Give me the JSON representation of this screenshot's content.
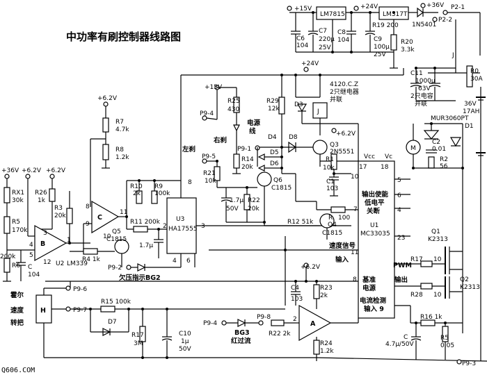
{
  "title": "中功率有刷控制器线路图",
  "watermark": "Q606.COM",
  "power": {
    "v15": "+15V",
    "v24": "+24V",
    "v36": "+36V",
    "reg1": "LM7815",
    "reg2": "LM317T",
    "diode": "1N5401",
    "p2_1": "P2-1",
    "p2_2": "P2-2",
    "c6": "C6",
    "c6v": "104",
    "c7": "C7",
    "c7v": "220μ",
    "c7vv": "25V",
    "c8": "C8",
    "c8v": "104",
    "c9": "C9",
    "c9v": "100μ",
    "c9vv": "25V",
    "r19": "R19  200",
    "r20": "R20",
    "r20v": "3.3k"
  },
  "battery": {
    "c11": "C11",
    "c11v": "1000μ",
    "c11vv": "63V",
    "note1": "2只电容",
    "note2": "并联",
    "r0": "R0",
    "r0v": "30A",
    "bat1": "36V",
    "bat2": "17AH",
    "j": "J",
    "diode": "MUR3060PT",
    "d1": "D1",
    "c2": "C2",
    "c2v": "0.01",
    "r2": "R2",
    "r2v": "56",
    "motor": "M"
  },
  "relay": {
    "v24": "+24V",
    "r29": "R29",
    "r29v": "12k",
    "d3": "D3",
    "j": "J",
    "note1": "4120.C.Z",
    "note2": "2只继电器",
    "note3": "并联",
    "d8": "D8",
    "q3": "Q3",
    "q3v": "2N5551",
    "d4": "D4"
  },
  "u1": {
    "name": "U1",
    "part": "MC33035",
    "vcc": "Vcc",
    "vc": "Vc",
    "p17": "17",
    "p18": "18",
    "p5": "5",
    "p6": "6",
    "p4": "4",
    "p7": "7",
    "p9": "9",
    "p10": "10",
    "p11": "11",
    "p8": "8",
    "p23": "23",
    "t1": "输出使能",
    "t2": "低电平",
    "t3": "关断",
    "t4": "基准",
    "t5": "电源",
    "t6": "电流检测",
    "t7": "输入 9",
    "pwm": "PWM",
    "out": "输出",
    "speed": "速度信号",
    "input": "输入"
  },
  "mosfet": {
    "q1": "Q1",
    "q1v": "K2313",
    "q2": "Q2",
    "q2v": "K2313",
    "r17": "R17",
    "r17v": "10",
    "r28": "R28",
    "r28v": "10"
  },
  "control": {
    "v62a": "+6.2V",
    "v36": "+36V",
    "v62b": "+6.2V",
    "rx1": "RX1",
    "rx1v": "30k",
    "r5": "R5",
    "r5v": "170k",
    "r26": "R26",
    "r26v": "1k",
    "r3": "R3",
    "r3v": "20k",
    "r6v": "200k",
    "r6": "R6",
    "cv": "C",
    "cvv": "104",
    "r7": "R7",
    "r7v": "4.7k",
    "r8": "R8",
    "r8v": "1.2k",
    "opB": "B",
    "opC": "C",
    "u2": "U2",
    "u2v": "LM339",
    "n3": "3",
    "n4": "4",
    "n5": "5",
    "n6": "6",
    "n8": "8",
    "n9": "9",
    "n10": "10",
    "n11": "11",
    "n12": "12",
    "n1": "1",
    "n7": "7",
    "r4": "R4  1k",
    "q5": "Q5",
    "q5v": "C1815",
    "r10": "R10",
    "r10v": "2k",
    "r9": "R9",
    "r9v": "100k",
    "r11": "R11  200k",
    "c17": "1.7μ",
    "u3": "U3",
    "u3v": "HA17555",
    "p9_2": "P9-2",
    "led": "欠压指示BG2",
    "u3p8": "8",
    "u3p2": "2",
    "u3p3": "3",
    "u3p4": "4",
    "u3p6": "6"
  },
  "brake": {
    "v15": "+15V",
    "r25": "R25",
    "r25v": "430",
    "p9_4": "P9-4",
    "p9_5": "P9-5",
    "left": "左刹",
    "right": "右刹",
    "ebrake1": "电源",
    "ebrake2": "线",
    "p9_1": "P9-1",
    "r14": "R14",
    "r14v": "20k",
    "r21": "R21",
    "r21v": "10k",
    "c15": "1.7μ",
    "c15v": "50V",
    "r22": "R22",
    "r22v": "20k",
    "q6": "Q6",
    "q6v": "C1815",
    "d5": "D5",
    "d6": "D6",
    "v62": "+6.2V",
    "r1": "R1",
    "r1v": "10k",
    "c1": "C1",
    "c1v": "103",
    "r12": "R12  51k",
    "rm": "R",
    "rmv": "100",
    "q4": "Q4",
    "q4v": "C1815"
  },
  "bottom": {
    "v62": "+6.2V",
    "c4": "C4",
    "c4v": "103",
    "r23": "R23",
    "r23v": "2k",
    "r24": "R24",
    "r24v": "1.2k",
    "opA": "A",
    "a2": "2",
    "r22": "R22  2k",
    "p9_8": "P9-8",
    "p9_4": "P9-4",
    "bg3": "BG3",
    "bg3t": "红过流",
    "r15": "R15  100k",
    "d7": "D7",
    "r17": "R17",
    "r17v": "3M",
    "c10": "C10",
    "c10v": "1μ",
    "c10vv": "50V",
    "p9_6": "P9-6",
    "p9_7": "P9-7",
    "h": "H",
    "hall1": "霍尔",
    "hall2": "速度",
    "hall3": "转把",
    "r16": "R16  1k",
    "r5": "R5",
    "r5v": "0.05",
    "c": "C",
    "cv": "4.7μ/50V",
    "p9_3": "P9-3"
  }
}
